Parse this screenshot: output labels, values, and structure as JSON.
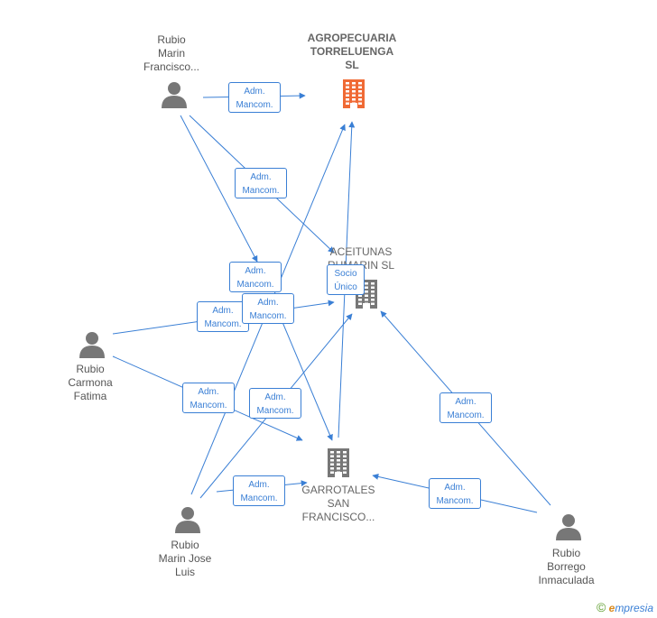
{
  "nodes": [
    {
      "id": "agro",
      "kind": "company",
      "label": "AGROPECUARIA\nTORRELUENGA\nSL",
      "color": "#f06a35",
      "icon": "building-icon"
    },
    {
      "id": "aceitunas",
      "kind": "company",
      "label": "ACEITUNAS\nRUMARIN  SL",
      "color": "#777777",
      "icon": "building-icon"
    },
    {
      "id": "garrotales",
      "kind": "company",
      "label": "GARROTALES\nSAN\nFRANCISCO...",
      "color": "#777777",
      "icon": "building-icon"
    },
    {
      "id": "p_francisco",
      "kind": "person",
      "label": "Rubio\nMarin\nFrancisco...",
      "color": "#777777",
      "icon": "person-icon"
    },
    {
      "id": "p_fatima",
      "kind": "person",
      "label": "Rubio\nCarmona\nFatima",
      "color": "#777777",
      "icon": "person-icon"
    },
    {
      "id": "p_joseluis",
      "kind": "person",
      "label": "Rubio\nMarin Jose\nLuis",
      "color": "#777777",
      "icon": "person-icon"
    },
    {
      "id": "p_inmaculada",
      "kind": "person",
      "label": "Rubio\nBorrego\nInmaculada",
      "color": "#777777",
      "icon": "person-icon"
    }
  ],
  "edge_labels": [
    {
      "id": "e1",
      "text": "Adm.\nMancom."
    },
    {
      "id": "e2",
      "text": "Adm.\nMancom."
    },
    {
      "id": "e3",
      "text": "Adm.\nMancom."
    },
    {
      "id": "e4",
      "text": "Adm.\nMancom."
    },
    {
      "id": "e5",
      "text": "Adm.\nMancom."
    },
    {
      "id": "e6",
      "text": "Adm.\nMancom."
    },
    {
      "id": "e7",
      "text": "Adm.\nMancom."
    },
    {
      "id": "e8",
      "text": "Adm.\nMancom."
    },
    {
      "id": "e9",
      "text": "Adm.\nMancom."
    },
    {
      "id": "e10",
      "text": "Adm.\nMancom."
    },
    {
      "id": "e11",
      "text": "Socio\nÚnico"
    }
  ],
  "colors": {
    "edge": "#3a7fd5",
    "person": "#777777",
    "company": "#777777",
    "main_company": "#f06a35"
  },
  "brand": {
    "copyright": "©",
    "first_letter": "e",
    "rest": "mpresia"
  }
}
